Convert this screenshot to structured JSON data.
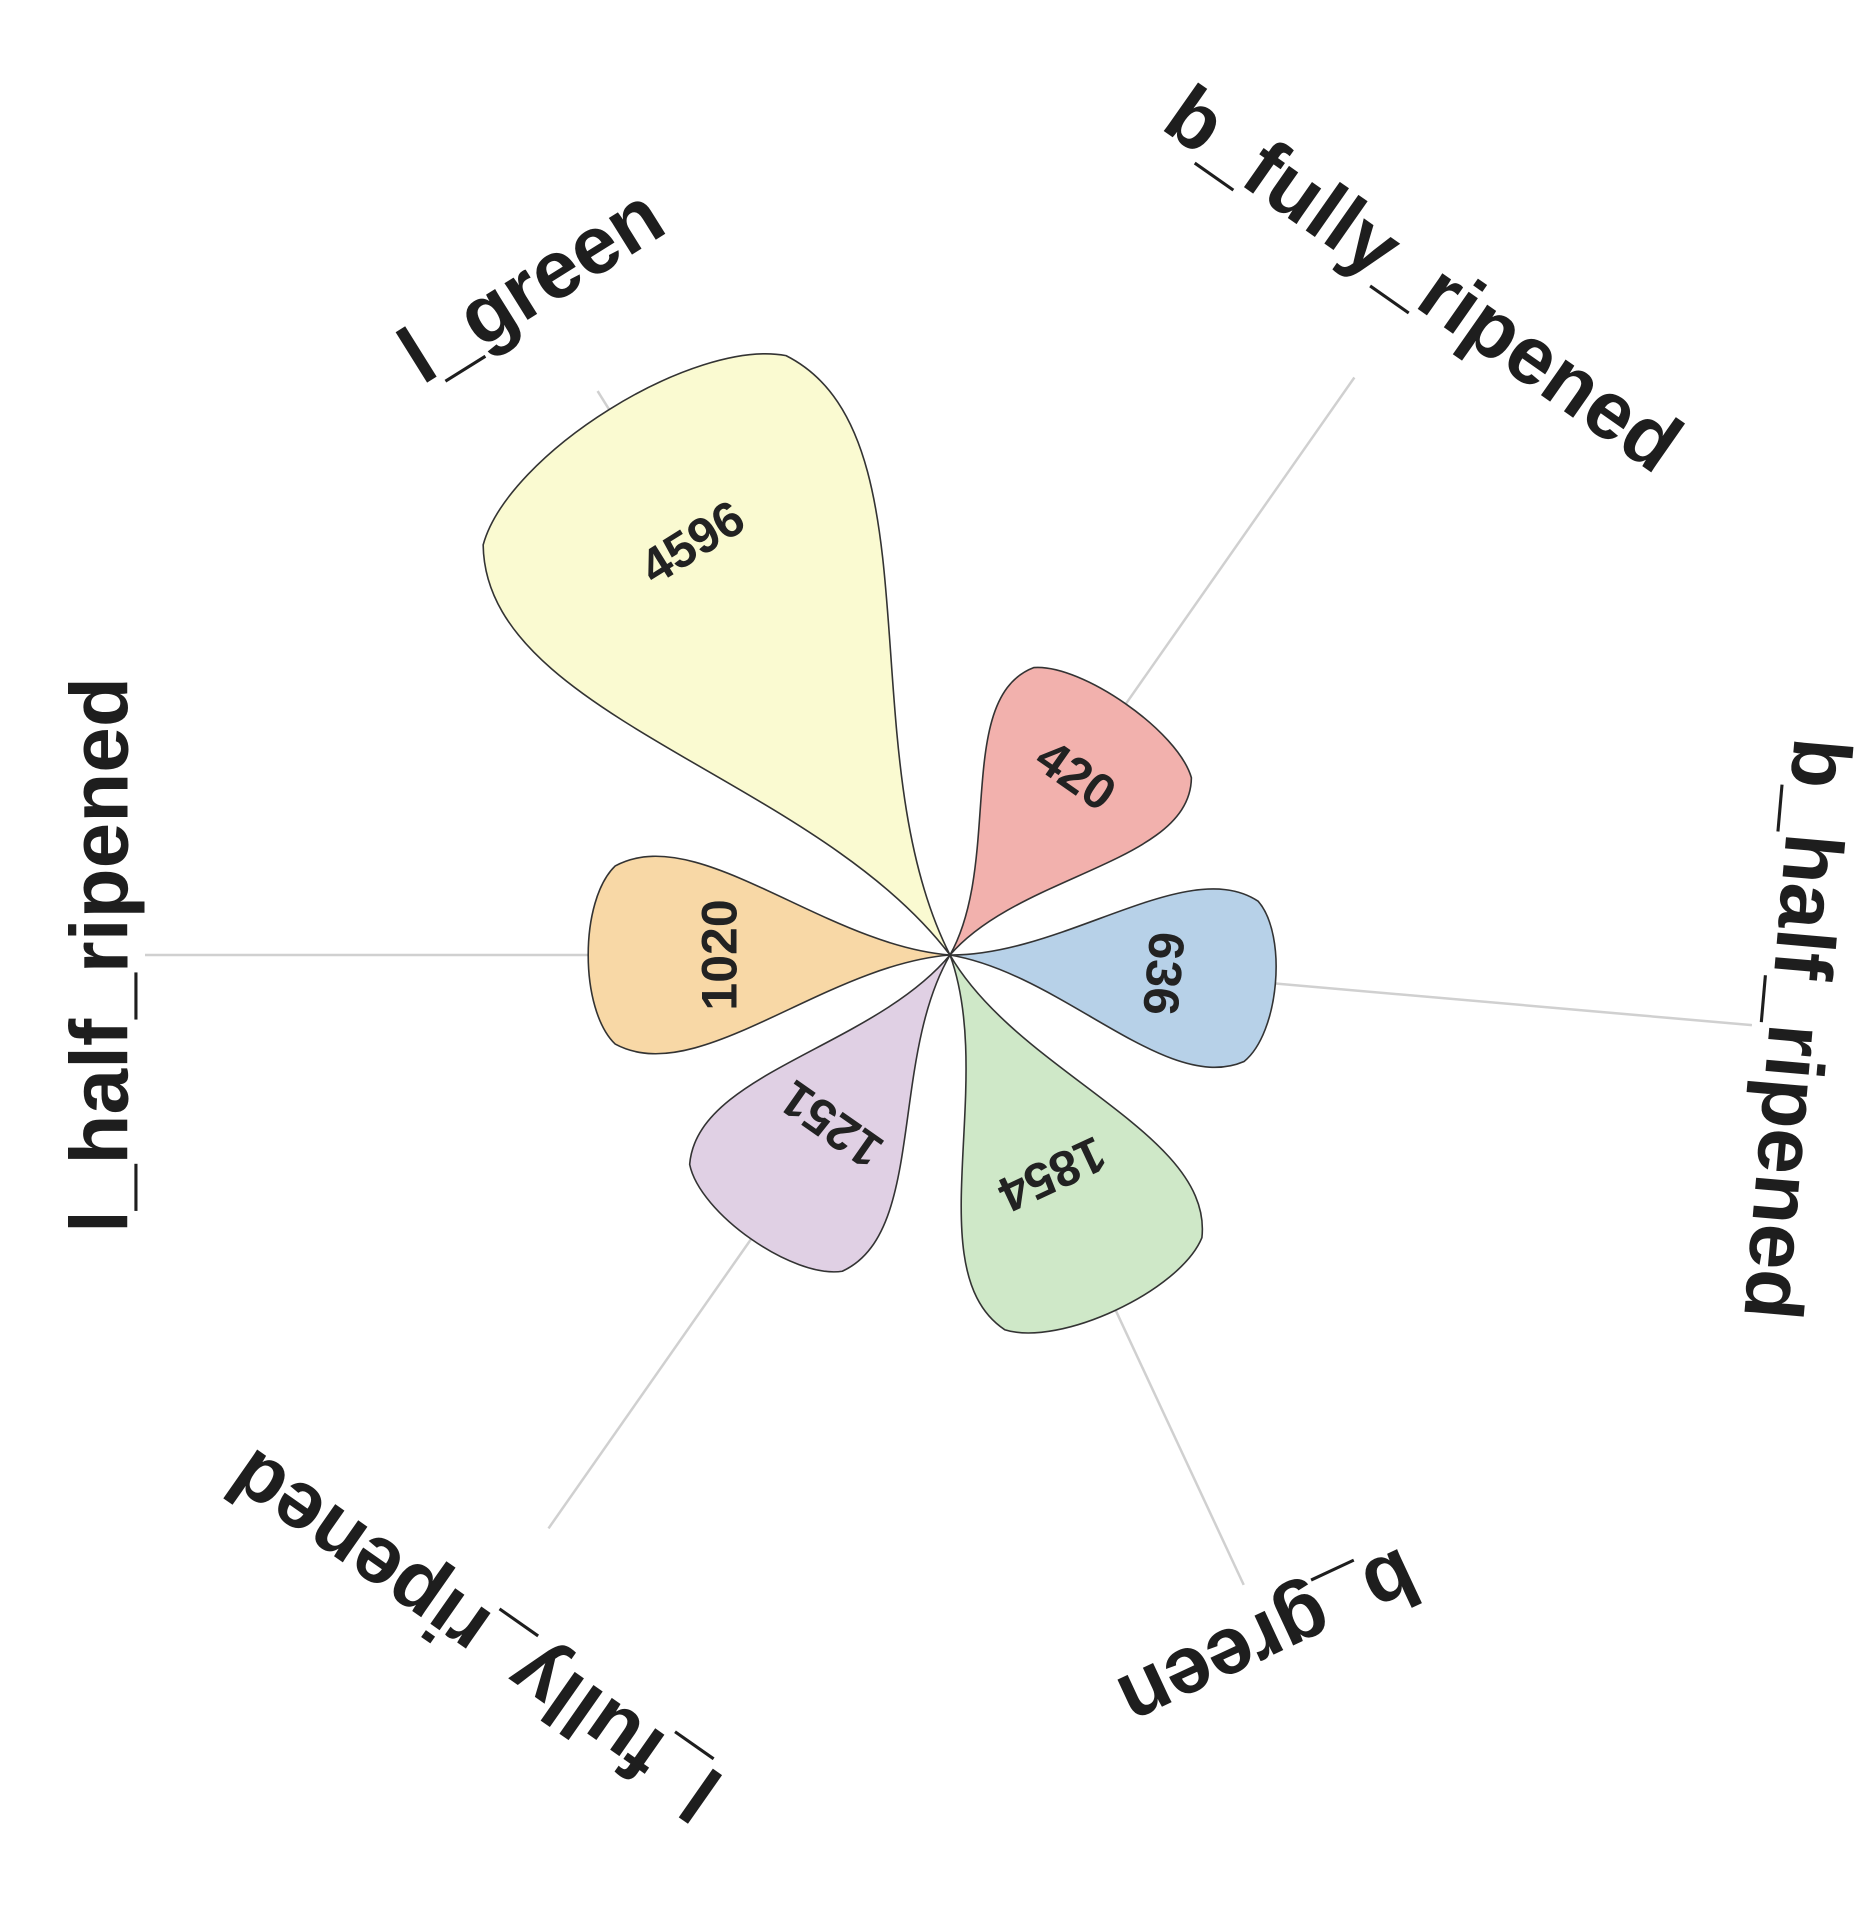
{
  "chart_data": {
    "type": "flower",
    "categories": [
      "b_fully_ripened",
      "b_half_ripened",
      "b_green",
      "l_fully_ripened",
      "l_half_ripened",
      "l_green"
    ],
    "values": [
      420,
      636,
      1854,
      1251,
      1020,
      4596
    ],
    "colors": [
      "#f2b1ad",
      "#b7d1e8",
      "#cfe8c8",
      "#e0d0e4",
      "#f8d8a6",
      "#fafad1"
    ]
  }
}
